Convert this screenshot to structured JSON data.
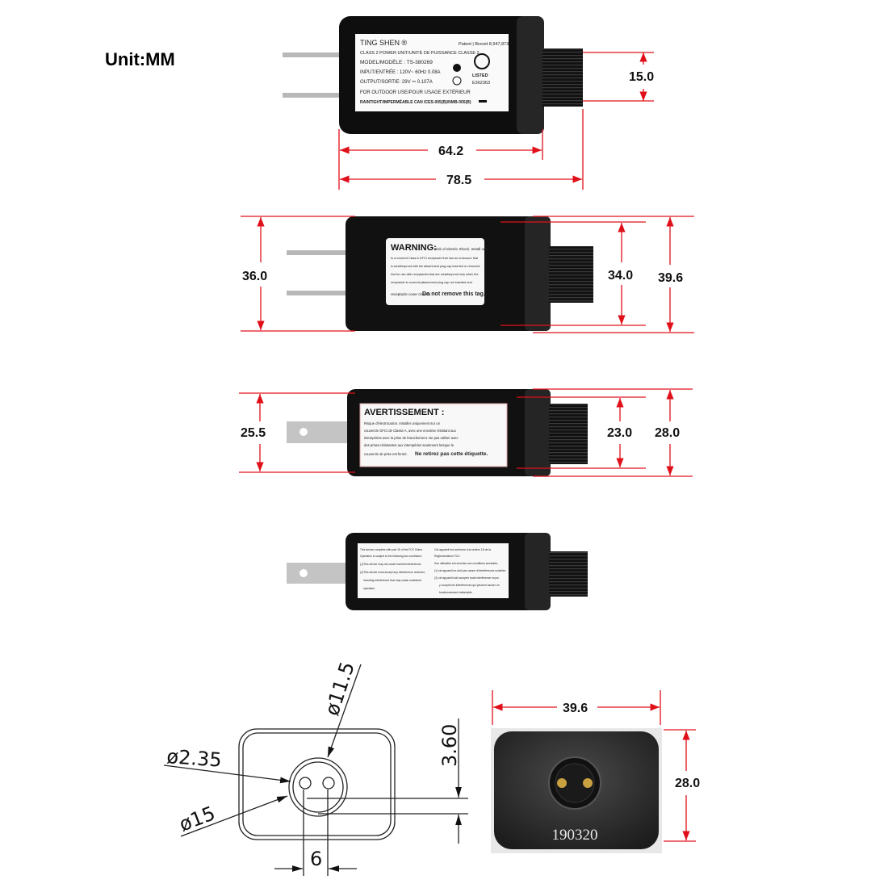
{
  "unit_label": "Unit:MM",
  "view_top": {
    "label": {
      "brand": "TING SHEN ®",
      "patent": "Patent | Brevet 8,947,873",
      "lines": [
        "CLASS 2 POWER UNIT/UNITÉ DE PUISSANCE CLASSE 2",
        "MODEL/MODÈLE : TS-380269",
        "INPUT/ENTRÉE : 120V~ 60Hz 0.08A",
        "OUTPUT/SORTIE: 29V ⎓ 0.107A",
        "FOR OUTDOOR USE/POUR USAGE EXTÉRIEUR",
        "RAINTIGHT/IMPERMÉABLE   CAN ICES-005(B)/NMB-005(B)"
      ],
      "listed": "LISTED",
      "file_no": "E362363"
    },
    "dims": {
      "connector_height": "15.0",
      "body_length": "64.2",
      "total_length": "78.5"
    }
  },
  "view_warning": {
    "label_title": "WARNING:",
    "label_lines": [
      "Risk of electric Shock. Install only",
      "to a covered Class A GFCI receptacle that has an enclosure that",
      "is weatherproof with the attachment plug cap inserted or removed.",
      "Not for use with receptacles that are weatherproof only when the",
      "receptacle is covered (attachment plug cap not inserted and",
      "receptacle cover closed)."
    ],
    "label_end": "Do not remove this tag.",
    "dims": {
      "overall_height_left": "36.0",
      "connector_ext": "34.0",
      "overall_height": "39.6"
    }
  },
  "view_avertissement": {
    "label_title": "AVERTISSEMENT :",
    "label_lines": [
      "Risque d'électrocution. Installer uniquement sur un",
      "couvercle GFCI de Classe A, avec une enceinte résistant aux",
      "intempéries avec la prise de branchement. Ne pas utiliser avec",
      "des prises résistantes aux intempéries seulement lorsque le",
      "couvercle de prise est fermé."
    ],
    "label_end": "Ne retirez pas cette étiquette.",
    "dims": {
      "overall_height_left": "25.5",
      "connector_ext": "23.0",
      "overall_height": "28.0"
    }
  },
  "view_fcc": {
    "label_left": [
      "This device complies with part 15 of the FCC Rules.",
      "Operation is subject to the following two conditions:",
      "(1)This device may not cause harmful interference.",
      "(2)This device must accept any interference received,",
      "including interference that may cause undesired",
      "operation."
    ],
    "label_right": [
      "Cet appareil est conforme à la section 15 de la",
      "Réglementation FCC.",
      "Son utilisation est soumise aux conditions suivantes:",
      "(1) cet appareil ne doit pas causer d'interférences nuisibles",
      "(2) cet appareil doit accepter toute interférence reçue,",
      "y compris les interférences qui peuvent causer un",
      "fonctionnement indésirable."
    ]
  },
  "cad_drawing": {
    "outer_diameter": "ø11.5",
    "pin_diameter": "ø2.35",
    "ring_diameter": "ø15",
    "offset": "3.60",
    "pin_spacing": "6"
  },
  "photo_end": {
    "date_code": "190320",
    "dims": {
      "width": "39.6",
      "height": "28.0"
    }
  }
}
